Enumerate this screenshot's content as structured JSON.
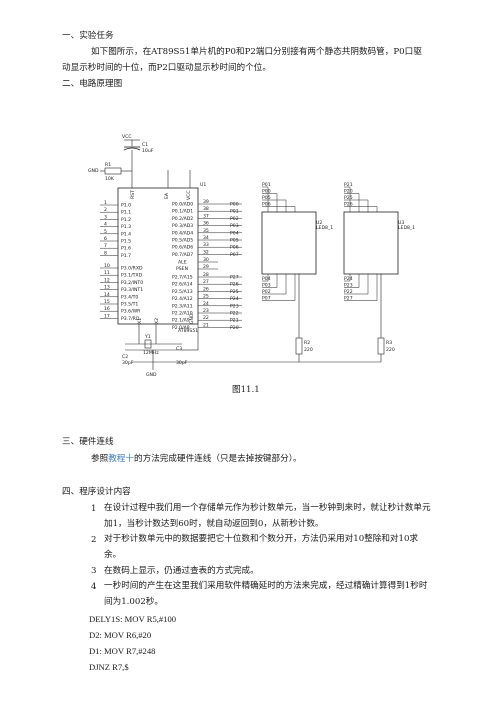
{
  "sections": {
    "task_heading": "一、实验任务",
    "task_text_1": "如下图所示，在AT89S51单片机的P0和P2端口分别接有两个静态共阴数码管，P0口驱",
    "task_text_2": "动显示秒时间的十位，而P2口驱动显示秒时间的个位。",
    "schematic_heading": "二、电路原理图",
    "figure_caption": "图11.1",
    "wiring_heading": "三、硬件连线",
    "wiring_prefix": "参照",
    "wiring_link": "教程十",
    "wiring_suffix": "的方法完成硬件连线（只是去掉按键部分）。",
    "design_heading": "四、程序设计内容",
    "items": [
      {
        "num": "1",
        "text": "在设计过程中我们用一个存储单元作为秒计数单元，当一秒钟到来时，就让秒计数单元加1，当秒计数达到60时，就自动返回到0，从新秒计数。"
      },
      {
        "num": "2",
        "text": "对于秒计数单元中的数据要把它十位数和个数分开，方法仍采用对10整除和对10求余。"
      },
      {
        "num": "3",
        "text": "在数码上显示，仍通过查表的方式完成。"
      },
      {
        "num": "4",
        "text": "一秒时间的产生在这里我们采用软件精确延时的方法来完成，经过精确计算得到1秒时间为1.002秒。"
      }
    ],
    "code_lines": [
      "DELY1S:    MOV R5,#100",
      "D2:       MOV R6,#20",
      "D1:       MOV R7,#248",
      "         DJNZ R7,$"
    ]
  },
  "schematic": {
    "vcc": "VCC",
    "c1": "C1",
    "c1_val": "10uF",
    "r1": "R1",
    "r1_val": "10K",
    "gnd": "GND",
    "u1": "U1",
    "rst": "RST",
    "ea": "EA",
    "vcc_pin": "VCC",
    "left_pins": [
      {
        "num": "1",
        "name": "P1.0"
      },
      {
        "num": "2",
        "name": "P1.1"
      },
      {
        "num": "3",
        "name": "P1.2"
      },
      {
        "num": "4",
        "name": "P1.3"
      },
      {
        "num": "5",
        "name": "P1.4"
      },
      {
        "num": "6",
        "name": "P1.5"
      },
      {
        "num": "7",
        "name": "P1.6"
      },
      {
        "num": "8",
        "name": "P1.7"
      }
    ],
    "left_pins2": [
      {
        "num": "10",
        "name": "P3.0/RXD"
      },
      {
        "num": "11",
        "name": "P3.1/TXD"
      },
      {
        "num": "12",
        "name": "P3.2/INT0"
      },
      {
        "num": "13",
        "name": "P3.3/INT1"
      },
      {
        "num": "14",
        "name": "P3.4/T0"
      },
      {
        "num": "15",
        "name": "P3.5/T1"
      },
      {
        "num": "16",
        "name": "P3.6/WR"
      },
      {
        "num": "17",
        "name": "P3.7/RD"
      }
    ],
    "right_pins": [
      {
        "num": "39",
        "name": "P0.0/AD0",
        "net": "P00"
      },
      {
        "num": "38",
        "name": "P0.1/AD1",
        "net": "P01"
      },
      {
        "num": "37",
        "name": "P0.2/AD2",
        "net": "P02"
      },
      {
        "num": "36",
        "name": "P0.3/AD3",
        "net": "P03"
      },
      {
        "num": "35",
        "name": "P0.4/AD4",
        "net": "P04"
      },
      {
        "num": "34",
        "name": "P0.5/AD5",
        "net": "P05"
      },
      {
        "num": "33",
        "name": "P0.6/AD6",
        "net": "P06"
      },
      {
        "num": "32",
        "name": "P0.7/AD7",
        "net": "P07"
      }
    ],
    "ale": {
      "num": "30",
      "name": "ALE"
    },
    "psen": {
      "num": "29",
      "name": "PSEN"
    },
    "right_pins2": [
      {
        "num": "28",
        "name": "P2.7/A15",
        "net": "P27"
      },
      {
        "num": "27",
        "name": "P2.6/A14",
        "net": "P26"
      },
      {
        "num": "26",
        "name": "P2.5/A13",
        "net": "P25"
      },
      {
        "num": "25",
        "name": "P2.4/A12",
        "net": "P24"
      },
      {
        "num": "24",
        "name": "P2.3/A11",
        "net": "P23"
      },
      {
        "num": "23",
        "name": "P2.2/A10",
        "net": "P22"
      },
      {
        "num": "22",
        "name": "P2.1/A9",
        "net": "P21"
      },
      {
        "num": "21",
        "name": "P2.0/A8",
        "net": "P20"
      }
    ],
    "x1": "X1",
    "x2": "X2",
    "gnd_pin": "GND",
    "chip": "AT89S51",
    "c2": "C2",
    "c2_val": "30pF",
    "c3": "C3",
    "c3_val": "30pF",
    "y1": "Y1",
    "y1_val": "12MHz",
    "gnd2": "GND",
    "u2": "U2",
    "u2_type": "LED8_1",
    "u3": "U3",
    "u3_type": "LED8_1",
    "u2_top_nets": [
      "P01",
      "P00",
      "P05",
      "P06"
    ],
    "u2_bot_nets": [
      "P04",
      "P03",
      "P02",
      "P07"
    ],
    "u3_top_nets": [
      "P21",
      "P20",
      "P25",
      "P26"
    ],
    "u3_bot_nets": [
      "P24",
      "P23",
      "P22",
      "P27"
    ],
    "r2": "R2",
    "r2_val": "220",
    "r3": "R3",
    "r3_val": "220"
  }
}
